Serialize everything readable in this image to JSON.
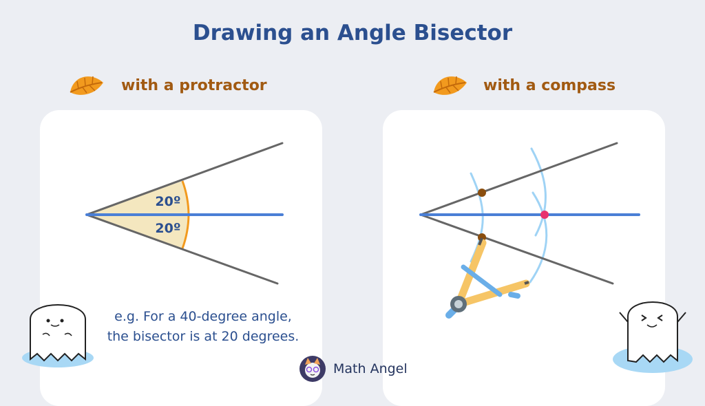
{
  "title": "Drawing an Angle Bisector",
  "left": {
    "subtitle": "with a protractor",
    "angle_top_label": "20º",
    "angle_bottom_label": "20º",
    "example_line1": "e.g. For a 40-degree angle,",
    "example_line2": "the bisector is at 20 degrees."
  },
  "right": {
    "subtitle": "with a compass"
  },
  "brand": {
    "name": "Math Angel"
  },
  "colors": {
    "title": "#2b4f8f",
    "subtitle": "#a15a12",
    "bisector": "#4a7fd6",
    "angle_fill": "#f4e7bf",
    "arc": "#f29a1e",
    "intersection_brown": "#8a4e0f",
    "intersection_pink": "#e8336f",
    "construction_arc": "#9fd3f5"
  }
}
